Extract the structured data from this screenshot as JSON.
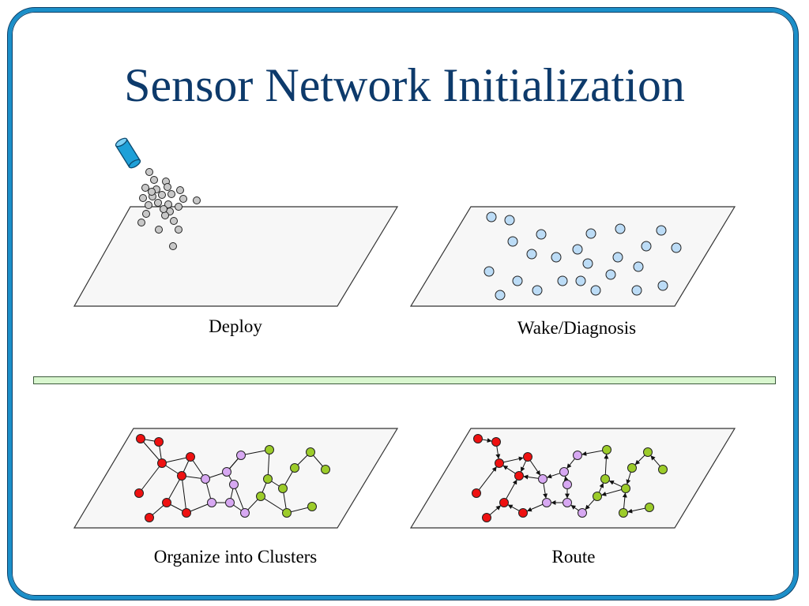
{
  "slide": {
    "title": "Sensor Network Initialization",
    "frame_color": "#1b8fc9",
    "divider_color": "#d9f7cf"
  },
  "panels": [
    {
      "id": "deploy",
      "caption": "Deploy"
    },
    {
      "id": "wake",
      "caption": "Wake/Diagnosis"
    },
    {
      "id": "clusters",
      "caption": "Organize into Clusters"
    },
    {
      "id": "route",
      "caption": "Route"
    }
  ],
  "icons": {
    "dispenser": "canister-icon"
  },
  "colors": {
    "deploy_node": "#c8c8c8",
    "wake_node": "#bcdcf6",
    "cluster_red": "#ee1111",
    "cluster_purple": "#d7a8f2",
    "cluster_green": "#9ccc2a"
  }
}
